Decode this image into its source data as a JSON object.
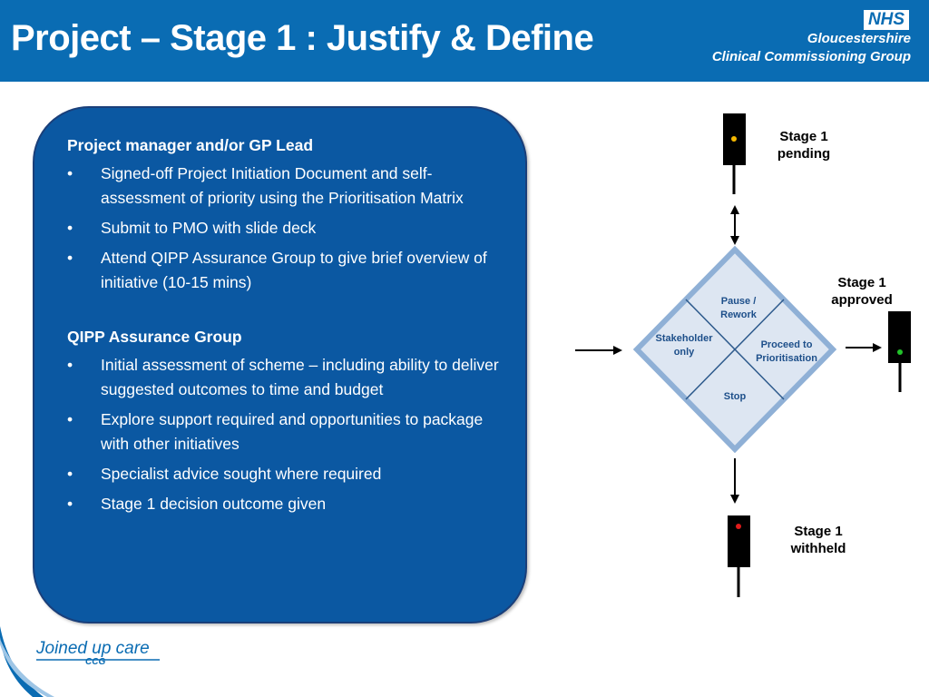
{
  "header": {
    "title": "Project – Stage 1 : Justify & Define",
    "logo_nhs": "NHS",
    "org_line1": "Gloucestershire",
    "org_line2": "Clinical Commissioning Group",
    "color": "#0a6cb3"
  },
  "panel": {
    "color": "#0b58a2",
    "section1": {
      "heading": "Project manager and/or GP Lead",
      "bullets": [
        "Signed-off Project Initiation Document and self-assessment of priority using the Prioritisation Matrix",
        "Submit to PMO with slide deck",
        "Attend QIPP Assurance Group to give brief overview of initiative (10-15 mins)"
      ]
    },
    "section2": {
      "heading": "QIPP Assurance Group",
      "bullets": [
        "Initial assessment of scheme – including ability to deliver suggested outcomes to time and budget",
        "Explore support required and opportunities to package with other initiatives",
        "Specialist advice sought where required",
        "Stage 1 decision outcome given"
      ]
    },
    "bullet_glyph": "•"
  },
  "diagram": {
    "quadrants": {
      "top": "Pause / Rework",
      "left": "Stakeholder only",
      "right": "Proceed to Prioritisation",
      "bottom": "Stop"
    },
    "signals": [
      {
        "id": "pending",
        "label": "Stage 1 pending",
        "light_color": "#f5b800"
      },
      {
        "id": "approved",
        "label": "Stage 1 approved",
        "light_color": "#22c22a"
      },
      {
        "id": "withheld",
        "label": "Stage 1 withheld",
        "light_color": "#e01b1b"
      }
    ],
    "diamond_fill": "#dde6f2",
    "diamond_border": "#8fb0d6"
  },
  "footer": {
    "brand": "Joined up care",
    "brand_sub": "CCG"
  }
}
